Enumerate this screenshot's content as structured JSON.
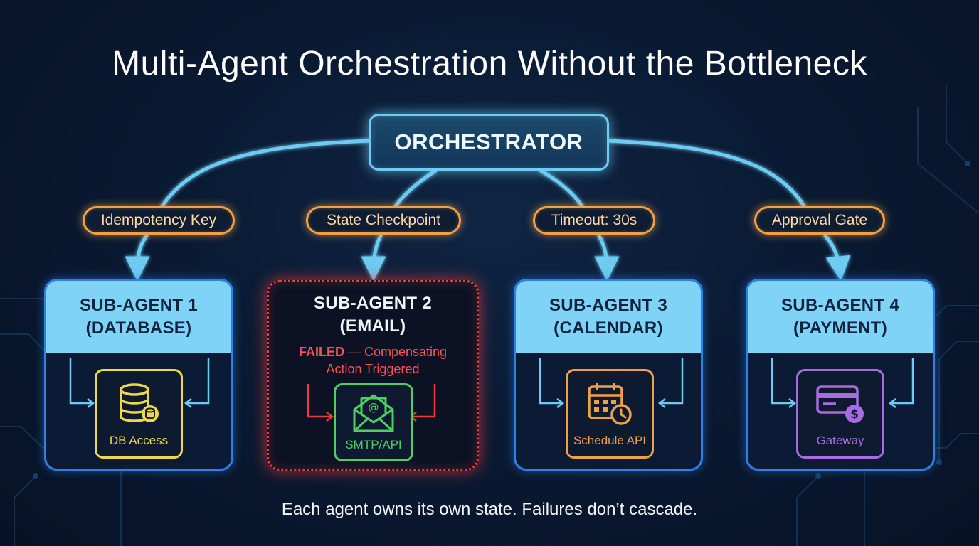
{
  "title": "Multi-Agent Orchestration Without the Bottleneck",
  "orchestrator": "ORCHESTRATOR",
  "edges": [
    {
      "label": "Idempotency Key"
    },
    {
      "label": "State Checkpoint"
    },
    {
      "label": "Timeout: 30s"
    },
    {
      "label": "Approval Gate"
    }
  ],
  "agents": [
    {
      "line1": "SUB-AGENT 1",
      "line2": "(DATABASE)",
      "tool": "DB Access",
      "tool_icon": "database-icon",
      "tool_color": "#ecd94a"
    },
    {
      "line1": "SUB-AGENT 2",
      "line2": "(EMAIL)",
      "status_prefix": "FAILED",
      "status_rest": " — Compensating",
      "status_line2": "Action Triggered",
      "tool": "SMTP/API",
      "tool_icon": "envelope-icon",
      "tool_color": "#4fcf63"
    },
    {
      "line1": "SUB-AGENT 3",
      "line2": "(CALENDAR)",
      "tool": "Schedule API",
      "tool_icon": "calendar-clock-icon",
      "tool_color": "#f0a045"
    },
    {
      "line1": "SUB-AGENT 4",
      "line2": "(PAYMENT)",
      "tool": "Gateway",
      "tool_icon": "credit-card-icon",
      "tool_color": "#a86be0"
    }
  ],
  "footer": "Each agent owns its own state. Failures don’t cascade.",
  "colors": {
    "connector": "#6ecbf2",
    "pill_border": "#f0a045",
    "card_border": "#2e7fe6",
    "card_header": "#7fd3f7",
    "failed": "#f03a3a"
  }
}
